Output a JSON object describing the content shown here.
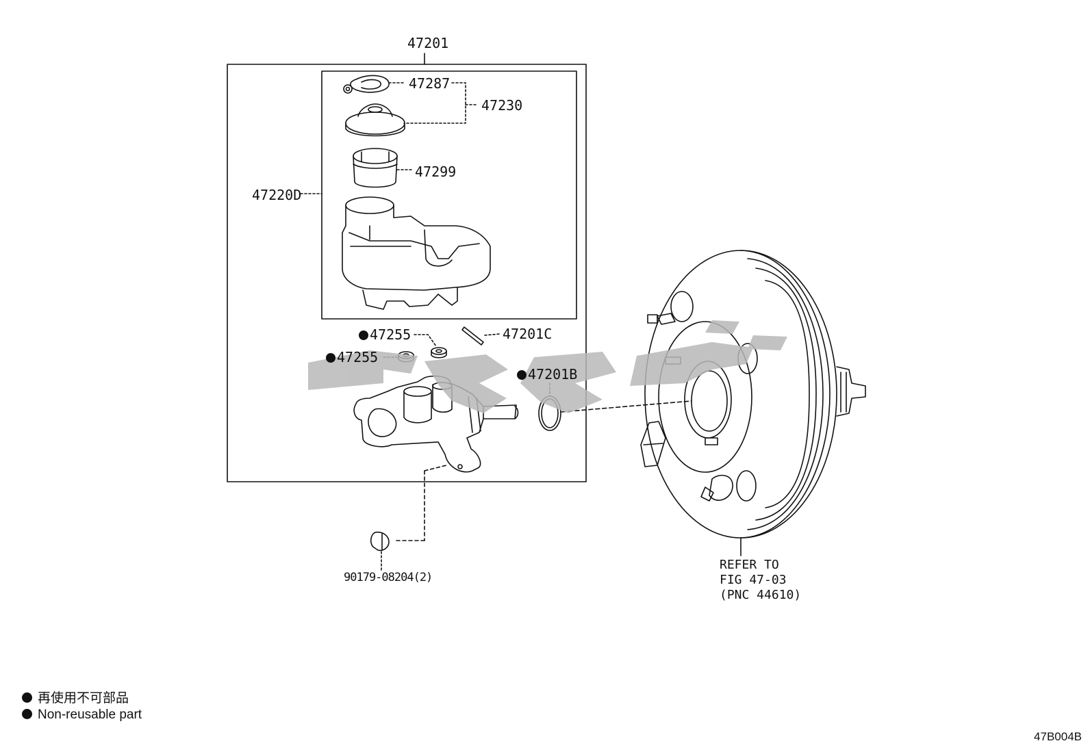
{
  "labels": {
    "assembly": "47201",
    "reservoir_cap_gasket": "47287",
    "reservoir_cap": "47230",
    "strainer": "47299",
    "reservoir_sub_assy": "47220D",
    "grommet_a": "47255",
    "grommet_b": "47255",
    "pin": "47201C",
    "o_ring": "47201B",
    "plug": "90179-08204(2)"
  },
  "refer_note": {
    "line1": "REFER TO",
    "line2": "FIG 47-03",
    "line3": "(PNC 44610)"
  },
  "legend": {
    "chinese": "再使用不可部品",
    "english": "Non-reusable part"
  },
  "figure_code": "47B004B",
  "watermark_color": "#b8b8b8",
  "line_color": "#111111"
}
